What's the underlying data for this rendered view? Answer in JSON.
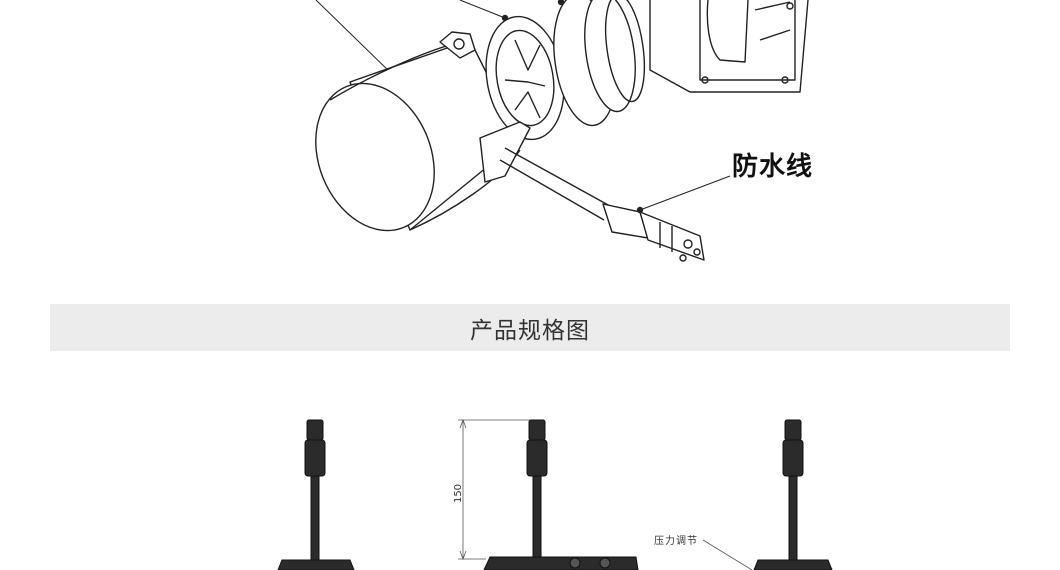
{
  "illustration": {
    "callout": "防水线"
  },
  "section": {
    "title": "产品规格图"
  },
  "spec_drawing": {
    "dimension_label": "150",
    "annotation": "压力调节"
  }
}
